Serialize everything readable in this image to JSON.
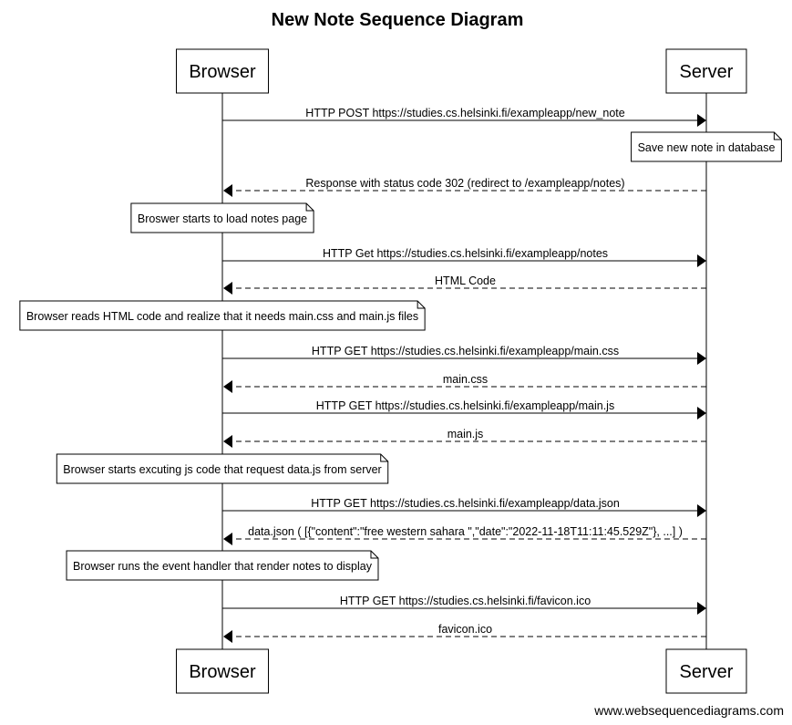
{
  "title": "New Note Sequence Diagram",
  "participants": [
    "Browser",
    "Server"
  ],
  "steps": [
    {
      "kind": "message",
      "from": "Browser",
      "to": "Server",
      "style": "solid",
      "label": "HTTP POST https://studies.cs.helsinki.fi/exampleapp/new_note"
    },
    {
      "kind": "note",
      "over": "Server",
      "text": "Save new note in database"
    },
    {
      "kind": "message",
      "from": "Server",
      "to": "Browser",
      "style": "dashed",
      "label": "Response with status code 302 (redirect to /exampleapp/notes)"
    },
    {
      "kind": "note",
      "over": "Browser",
      "text": "Broswer starts to load notes page"
    },
    {
      "kind": "message",
      "from": "Browser",
      "to": "Server",
      "style": "solid",
      "label": "HTTP Get https://studies.cs.helsinki.fi/exampleapp/notes"
    },
    {
      "kind": "message",
      "from": "Server",
      "to": "Browser",
      "style": "dashed",
      "label": "HTML Code"
    },
    {
      "kind": "note",
      "over": "Browser",
      "text": "Browser reads HTML code and realize that it needs main.css and main.js files"
    },
    {
      "kind": "message",
      "from": "Browser",
      "to": "Server",
      "style": "solid",
      "label": "HTTP GET https://studies.cs.helsinki.fi/exampleapp/main.css"
    },
    {
      "kind": "message",
      "from": "Server",
      "to": "Browser",
      "style": "dashed",
      "label": "main.css"
    },
    {
      "kind": "message",
      "from": "Browser",
      "to": "Server",
      "style": "solid",
      "label": "HTTP GET https://studies.cs.helsinki.fi/exampleapp/main.js"
    },
    {
      "kind": "message",
      "from": "Server",
      "to": "Browser",
      "style": "dashed",
      "label": "main.js"
    },
    {
      "kind": "note",
      "over": "Browser",
      "text": "Browser starts excuting js code that request data.js from server"
    },
    {
      "kind": "message",
      "from": "Browser",
      "to": "Server",
      "style": "solid",
      "label": "HTTP GET https://studies.cs.helsinki.fi/exampleapp/data.json"
    },
    {
      "kind": "message",
      "from": "Server",
      "to": "Browser",
      "style": "dashed",
      "label": "data.json ( [{\"content\":\"free western sahara \",\"date\":\"2022-11-18T11:11:45.529Z\"}, ...] )"
    },
    {
      "kind": "note",
      "over": "Browser",
      "text": "Browser runs the event handler that render notes to display"
    },
    {
      "kind": "message",
      "from": "Browser",
      "to": "Server",
      "style": "solid",
      "label": "HTTP GET https://studies.cs.helsinki.fi/favicon.ico"
    },
    {
      "kind": "message",
      "from": "Server",
      "to": "Browser",
      "style": "dashed",
      "label": "favicon.ico"
    }
  ],
  "watermark": "www.websequencediagrams.com"
}
